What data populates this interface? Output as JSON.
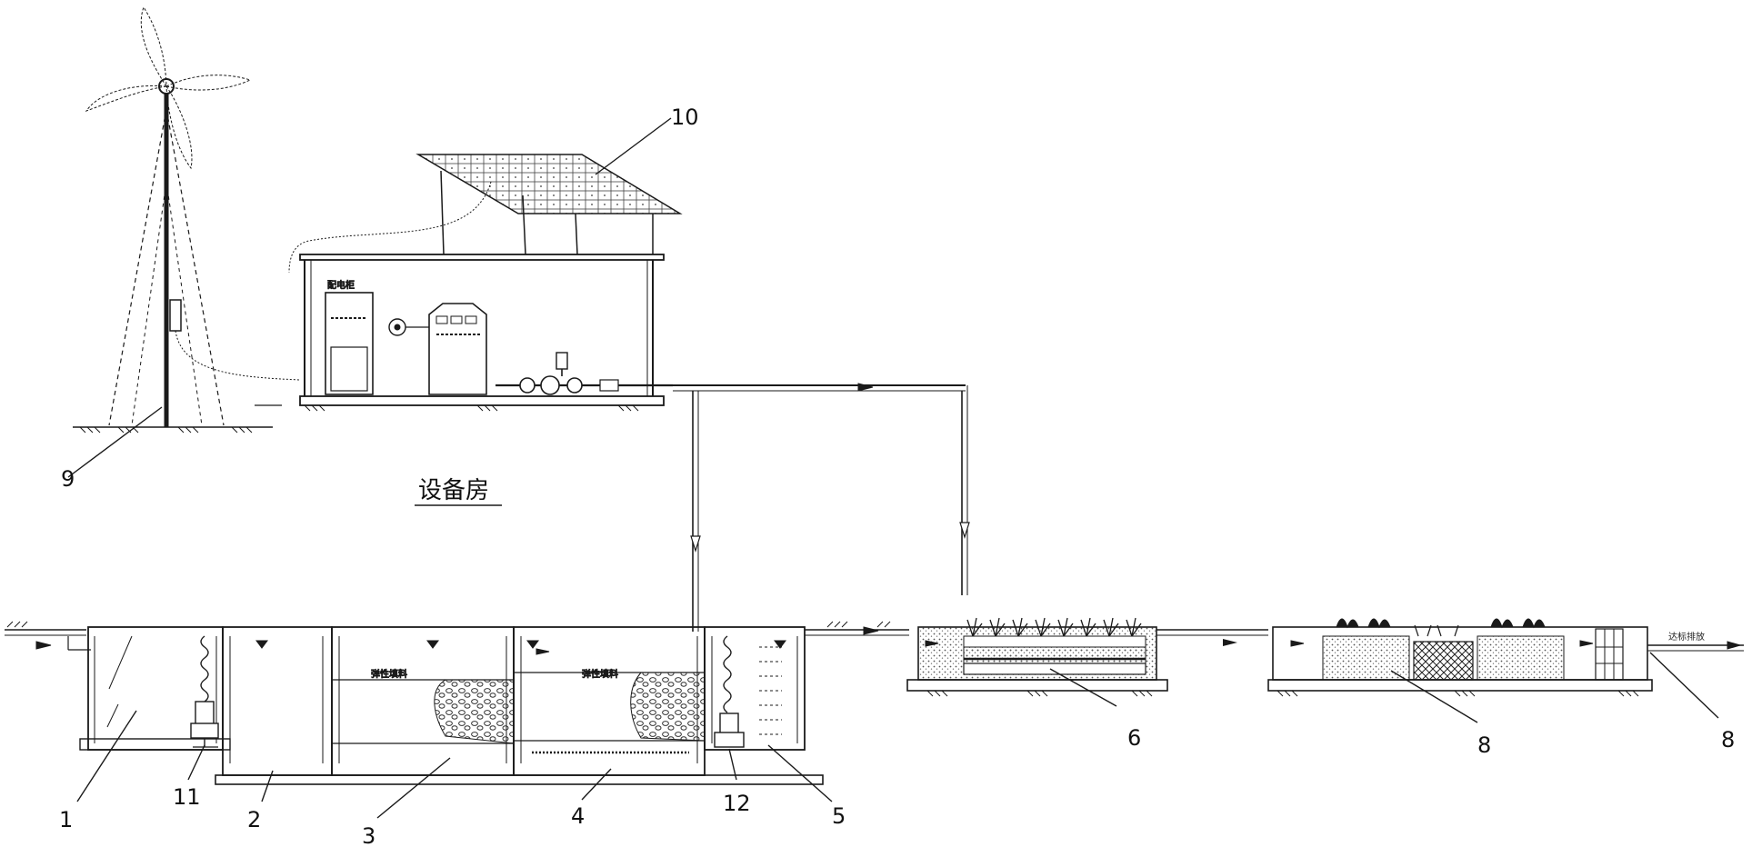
{
  "labels": {
    "n1": "1",
    "n2": "2",
    "n3": "3",
    "n4": "4",
    "n5": "5",
    "n6": "6",
    "n8a": "8",
    "n8b": "8",
    "n9": "9",
    "n10": "10",
    "n11": "11",
    "n12": "12"
  },
  "captions": {
    "equipment_room": "设备房"
  },
  "tank_text": {
    "packing_a": "弹性填料",
    "packing_b": "弹性填料",
    "outlet": "达标排放"
  },
  "colors": {
    "line": "#1a1a1a",
    "ground_hatch": "#333333",
    "background": "#ffffff"
  }
}
